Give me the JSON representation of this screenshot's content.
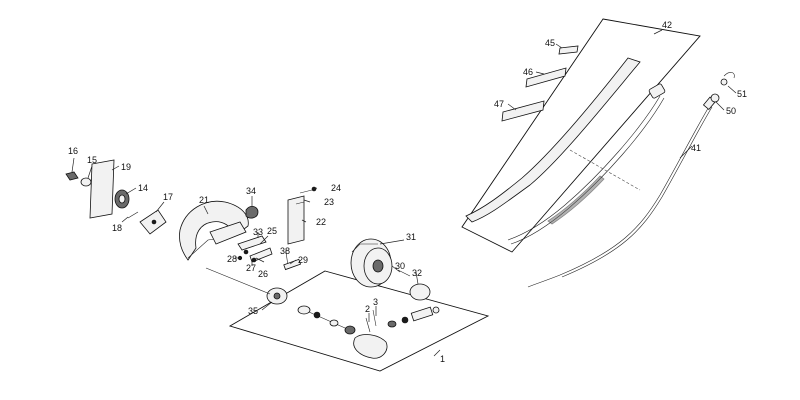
{
  "diagram": {
    "callouts": {
      "c1": "1",
      "c2": "2",
      "c3": "3",
      "c14": "14",
      "c15": "15",
      "c16": "16",
      "c17": "17",
      "c18": "18",
      "c19": "19",
      "c21": "21",
      "c22": "22",
      "c23": "23",
      "c24": "24",
      "c25": "25",
      "c26": "26",
      "c27": "27",
      "c28": "28",
      "c29": "29",
      "c30": "30",
      "c31": "31",
      "c32": "32",
      "c33": "33",
      "c34": "34",
      "c35": "35",
      "c38": "38",
      "c41": "41",
      "c42": "42",
      "c45": "45",
      "c46": "46",
      "c47": "47",
      "c50": "50",
      "c51": "51"
    }
  }
}
